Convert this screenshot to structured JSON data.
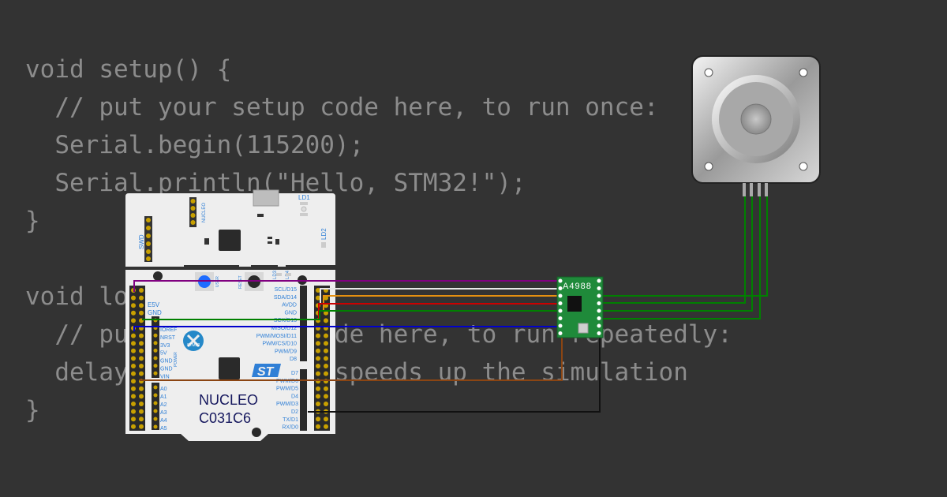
{
  "code": [
    "void setup() {",
    "  // put your setup code here, to run once:",
    "  Serial.begin(115200);",
    "  Serial.println(\"Hello, STM32!\");",
    "}",
    "",
    "void loop() {",
    "  // put your main code here, to run repeatedly:",
    "  delay(10); // this speeds up the simulation",
    "}"
  ],
  "board": {
    "name_line1": "NUCLEO",
    "name_line2": "C031C6",
    "chip_label": "STM32",
    "swd": "SWD",
    "nucleo_tag": "NUCLEO",
    "led1": "LD1",
    "led2": "LD2",
    "user_btn": "USER",
    "reset_btn": "RESET",
    "led3": "LD3",
    "led4": "LD4",
    "power_header": [
      "E5V",
      "GND"
    ],
    "power_pins": [
      "IOREF",
      "NRST",
      "3V3",
      "5V",
      "GND",
      "GND",
      "VIN"
    ],
    "power_group": "POWER",
    "analog_pins": [
      "A0",
      "A1",
      "A2",
      "A3",
      "A4",
      "A5"
    ],
    "digital_upper": [
      "SCL/D15",
      "SDA/D14",
      "AVDD",
      "GND",
      "SCK/D13",
      "MISO/D12",
      "PWM/MOSI/D11",
      "PWM/CS/D10",
      "PWM/D9",
      "D8"
    ],
    "digital_lower": [
      "D7",
      "PWM/D6",
      "PWM/D5",
      "D4",
      "PWM/D3",
      "D2",
      "TX/D1",
      "RX/D0"
    ]
  },
  "driver": {
    "label": "A4988"
  },
  "motor": {
    "type": "stepper"
  },
  "colors": {
    "background": "#333333",
    "code_text": "#8c8c8c",
    "board": "#eeeeee",
    "driver_pcb": "#1f8a3a",
    "wire_purple": "#800080",
    "wire_white": "#e6e6e6",
    "wire_orange": "#e59010",
    "wire_red": "#cc0000",
    "wire_green": "#008000",
    "wire_blue": "#0000cc",
    "wire_brown": "#8b4513",
    "wire_black": "#111111"
  }
}
